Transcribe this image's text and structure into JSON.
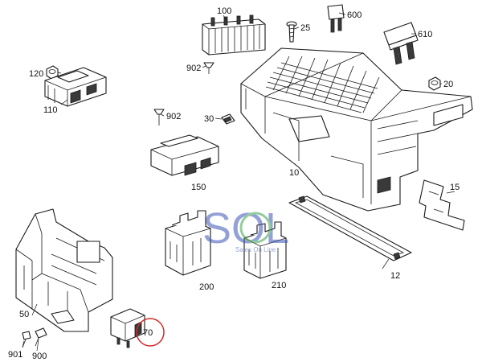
{
  "diagram": {
    "labels": [
      {
        "id": "p100",
        "text": "100"
      },
      {
        "id": "p600",
        "text": "600"
      },
      {
        "id": "p25",
        "text": "25"
      },
      {
        "id": "p610",
        "text": "610"
      },
      {
        "id": "p902a",
        "text": "902"
      },
      {
        "id": "p120",
        "text": "120"
      },
      {
        "id": "p20",
        "text": "20"
      },
      {
        "id": "p110",
        "text": "110"
      },
      {
        "id": "p902b",
        "text": "902"
      },
      {
        "id": "p30",
        "text": "30"
      },
      {
        "id": "p10",
        "text": "10"
      },
      {
        "id": "p150",
        "text": "150"
      },
      {
        "id": "p15",
        "text": "15"
      },
      {
        "id": "p12",
        "text": "12"
      },
      {
        "id": "p200",
        "text": "200"
      },
      {
        "id": "p210",
        "text": "210"
      },
      {
        "id": "p50",
        "text": "50"
      },
      {
        "id": "p70",
        "text": "70"
      },
      {
        "id": "p901",
        "text": "901"
      },
      {
        "id": "p900",
        "text": "900"
      }
    ],
    "highlighted_part": "70",
    "highlight_color": "#d42a2a"
  },
  "watermark": {
    "brand": "SOL",
    "tagline": "Sales On Line",
    "color_blue": "#3d55b8",
    "color_green": "#3fa34d"
  }
}
